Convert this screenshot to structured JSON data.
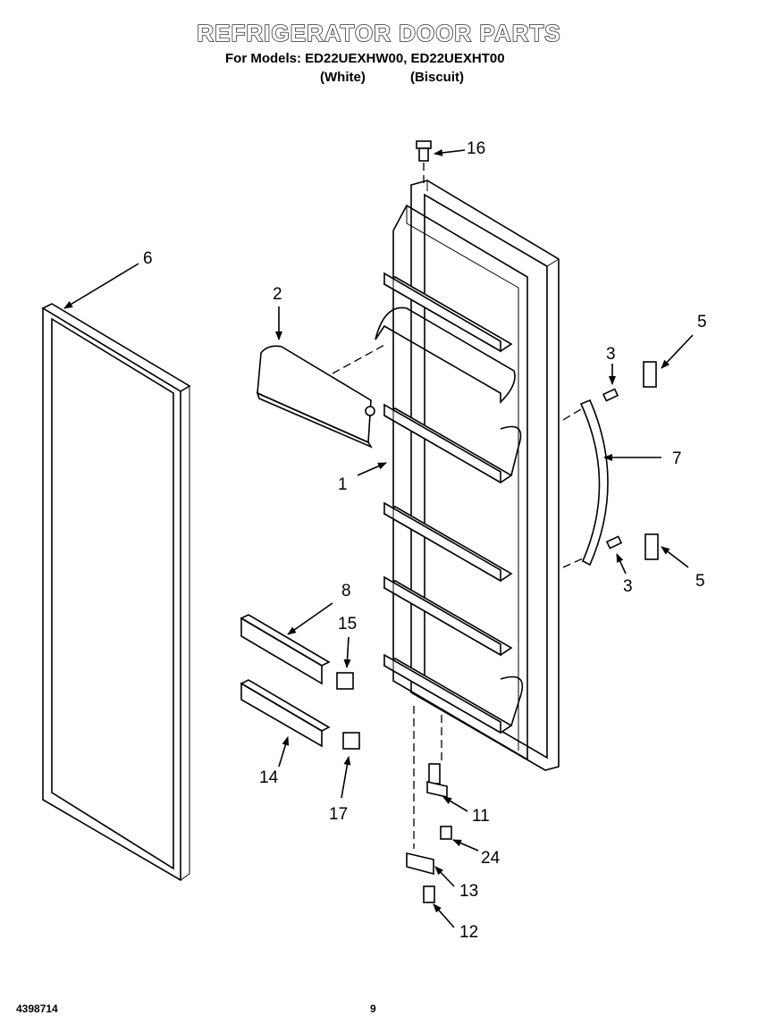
{
  "header": {
    "title": "REFRIGERATOR DOOR PARTS",
    "models_line": "For Models: ED22UEXHW00, ED22UEXHT00",
    "variant_white": "(White)",
    "variant_biscuit": "(Biscuit)"
  },
  "callouts": {
    "c1": "1",
    "c2": "2",
    "c3a": "3",
    "c3b": "3",
    "c5a": "5",
    "c5b": "5",
    "c6": "6",
    "c7": "7",
    "c8": "8",
    "c11": "11",
    "c12": "12",
    "c13": "13",
    "c14": "14",
    "c15": "15",
    "c16": "16",
    "c17": "17",
    "c24": "24"
  },
  "footer": {
    "doc_number": "4398714",
    "page_number": "9"
  }
}
